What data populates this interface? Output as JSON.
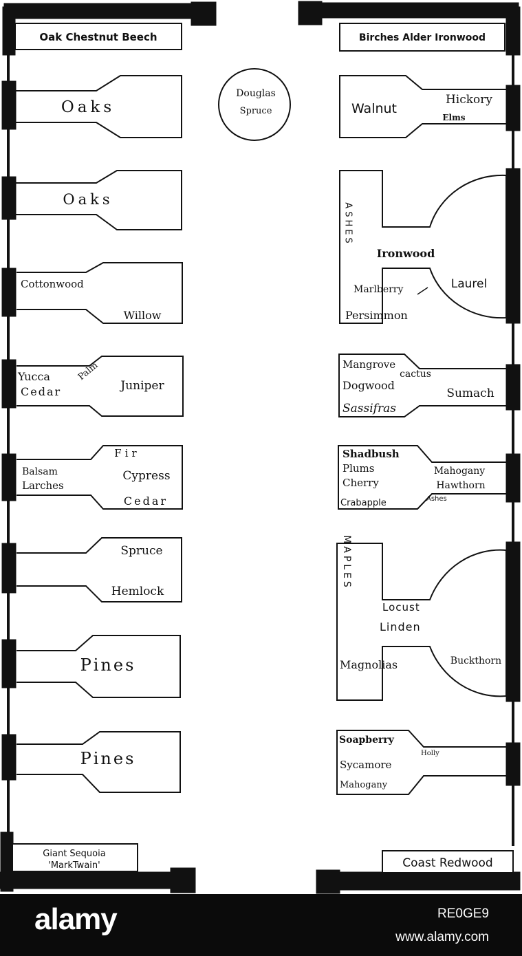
{
  "left_column": {
    "entrance": "Oak Chestnut Beech",
    "case_oaks_1": "Oaks",
    "case_oaks_2": "Oaks",
    "case_cottonwood": "Cottonwood",
    "case_willow": "Willow",
    "case_yucca": "Yucca",
    "case_palm": "Palm",
    "case_cedar_1": "Cedar",
    "case_juniper": "Juniper",
    "case_fir": "Fir",
    "case_balsam": "Balsam",
    "case_cypress": "Cypress",
    "case_larches": "Larches",
    "case_cedar_2": "Cedar",
    "case_spruce": "Spruce",
    "case_hemlock": "Hemlock",
    "case_pines_1": "Pines",
    "case_pines_2": "Pines",
    "exit": "Giant Sequoia",
    "exit_sub": "'MarkTwain'"
  },
  "center": {
    "douglas": "Douglas",
    "spruce": "Spruce"
  },
  "right_column": {
    "entrance": "Birches Alder Ironwood",
    "case_walnut": "Walnut",
    "case_hickory": "Hickory",
    "case_elms": "Elms",
    "ashes_vertical": "ASHES",
    "ironwood": "Ironwood",
    "marlberry": "Marlberry",
    "laurel": "Laurel",
    "persimmon": "Persimmon",
    "mangrove": "Mangrove",
    "cactus": "cactus",
    "dogwood": "Dogwood",
    "sumach": "Sumach",
    "sassafras": "Sassifras",
    "shadbush": "Shadbush",
    "plums": "Plums",
    "mahogany_1": "Mahogany",
    "cherry": "Cherry",
    "hawthorn": "Hawthorn",
    "crabapple": "Crabapple",
    "ashes_small": "Ashes",
    "maples_vertical": "MAPLES",
    "locust": "Locust",
    "linden": "Linden",
    "magnolias": "Magnolias",
    "buckthorn": "Buckthorn",
    "soapberry": "Soapberry",
    "holly": "Holly",
    "sycamore": "Sycamore",
    "mahogany_2": "Mahogany",
    "exit": "Coast Redwood"
  },
  "watermark": {
    "brand": "alamy",
    "image_id": "RE0GE9",
    "url": "www.alamy.com"
  },
  "colors": {
    "ink": "#111111",
    "paper": "#ffffff",
    "footer": "#0b0b0b"
  }
}
